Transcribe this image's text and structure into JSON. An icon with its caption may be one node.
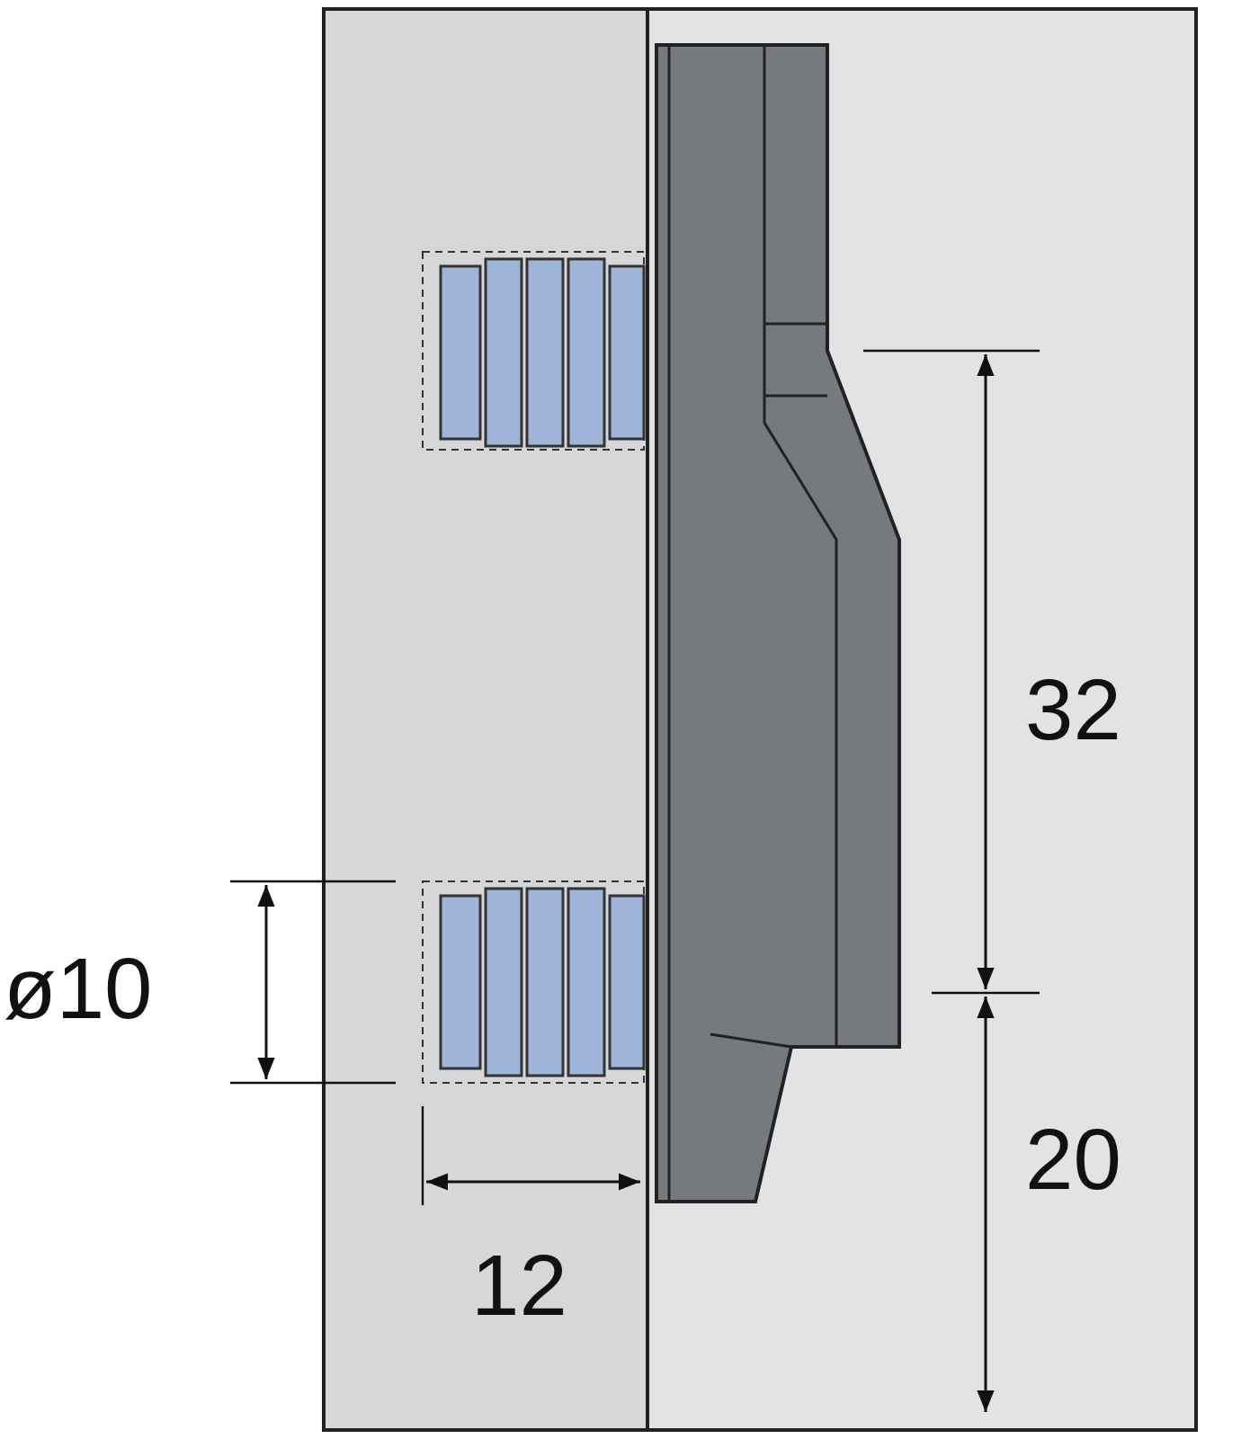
{
  "diagram": {
    "labels": [
      "32",
      "ø10",
      "20",
      "12"
    ]
  }
}
